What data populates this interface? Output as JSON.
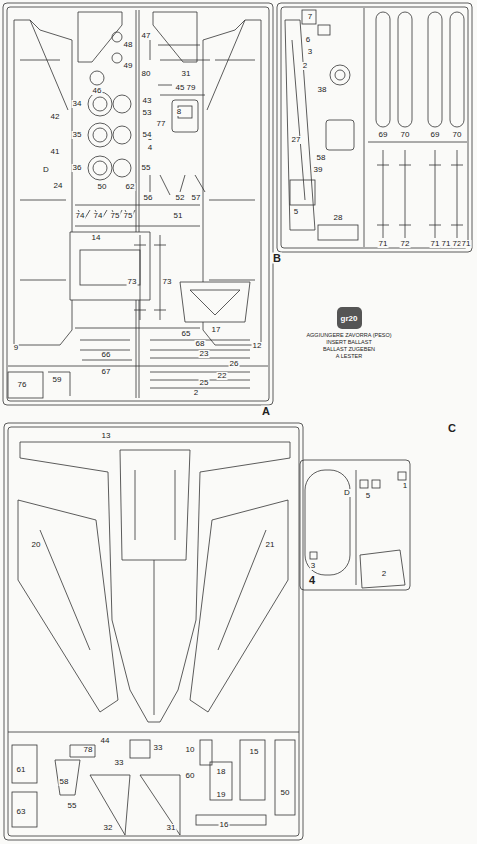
{
  "diagram": {
    "nodes": [
      {
        "text": [
          "gr20"
        ]
      }
    ],
    "labels": [
      "48",
      "49",
      "47",
      "46",
      "45",
      "80",
      "31",
      "79",
      "43",
      "53",
      "8",
      "77",
      "5",
      "4",
      "34",
      "35",
      "54",
      "36",
      "55",
      "42",
      "41",
      "24",
      "D",
      "50",
      "62",
      "56",
      "52",
      "57",
      "51",
      "74",
      "74",
      "75",
      "75",
      "14",
      "73",
      "73",
      "17",
      "9",
      "12",
      "66",
      "65",
      "67",
      "68",
      "23",
      "26",
      "22",
      "25",
      "2",
      "59",
      "76",
      "A",
      "B",
      "7",
      "6",
      "3",
      "2",
      "38",
      "58",
      "5",
      "39",
      "27",
      "28",
      "69",
      "70",
      "69",
      "70",
      "71",
      "72",
      "71",
      "71",
      "72",
      "71",
      "AGGIUNGERE ZAVORRA (PESO)",
      "INSERT BALLAST",
      "BALLAST ZUGEBEN",
      "A LESTER",
      "C",
      "13",
      "20",
      "21",
      "61",
      "63",
      "78",
      "44",
      "33",
      "33",
      "10",
      "60",
      "18",
      "19",
      "15",
      "50",
      "58",
      "55",
      "32",
      "31",
      "16",
      "D",
      "4",
      "5",
      "1",
      "3",
      "2"
    ]
  }
}
